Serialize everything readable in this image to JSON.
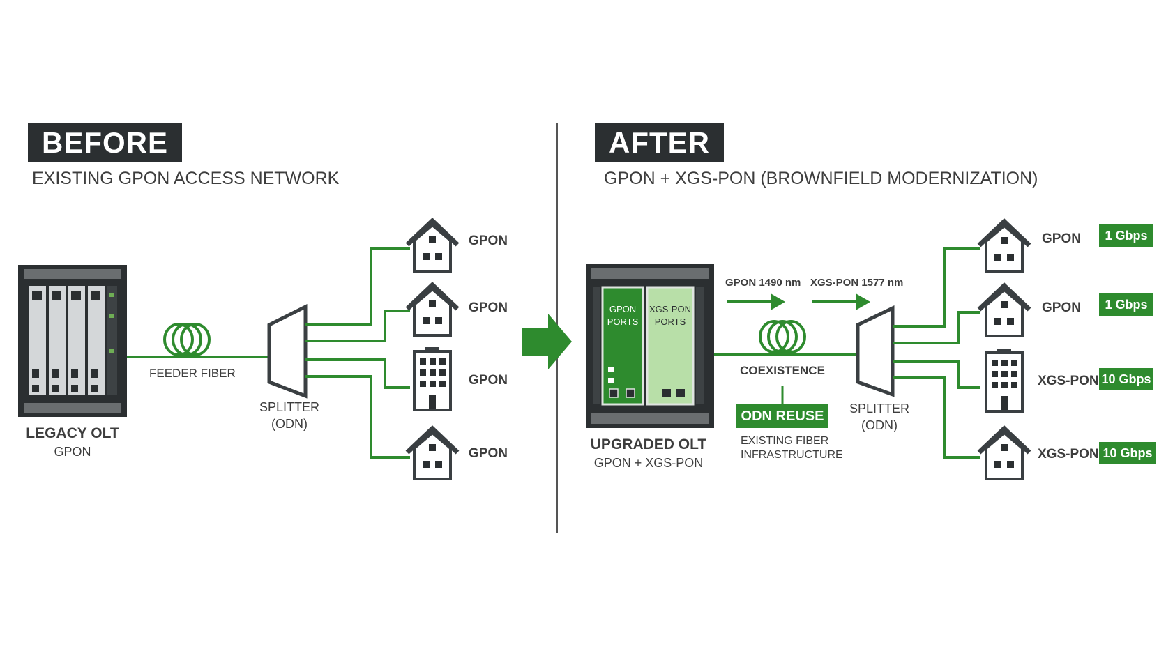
{
  "before": {
    "title": "BEFORE",
    "subtitle": "EXISTING GPON ACCESS NETWORK",
    "olt_name": "LEGACY OLT",
    "olt_type": "GPON",
    "feeder_label": "FEEDER FIBER",
    "splitter_label": "SPLITTER",
    "splitter_sub": "(ODN)",
    "endpoints": [
      {
        "icon": "house-icon",
        "label": "GPON"
      },
      {
        "icon": "house-icon",
        "label": "GPON"
      },
      {
        "icon": "building-icon",
        "label": "GPON"
      },
      {
        "icon": "house-icon",
        "label": "GPON"
      }
    ]
  },
  "after": {
    "title": "AFTER",
    "subtitle": "GPON + XGS-PON (BROWNFIELD MODERNIZATION)",
    "olt_name": "UPGRADED OLT",
    "olt_type": "GPON + XGS-PON",
    "card_gpon_1": "GPON",
    "card_gpon_2": "PORTS",
    "card_xgs_1": "XGS-PON",
    "card_xgs_2": "PORTS",
    "wavelength_gpon": "GPON 1490 nm",
    "wavelength_xgs": "XGS-PON 1577 nm",
    "coexistence_label": "COEXISTENCE",
    "odn_reuse": "ODN REUSE",
    "existing_fiber_1": "EXISTING FIBER",
    "existing_fiber_2": "INFRASTRUCTURE",
    "splitter_label": "SPLITTER",
    "splitter_sub": "(ODN)",
    "endpoints": [
      {
        "icon": "house-icon",
        "label": "GPON",
        "speed": "1 Gbps"
      },
      {
        "icon": "house-icon",
        "label": "GPON",
        "speed": "1 Gbps"
      },
      {
        "icon": "building-icon",
        "label": "XGS-PON",
        "speed": "10 Gbps"
      },
      {
        "icon": "house-icon",
        "label": "XGS-PON",
        "speed": "10 Gbps"
      }
    ]
  },
  "colors": {
    "green": "#2e8b2e",
    "dark": "#2b2f31",
    "light_green": "#b8dfa8"
  }
}
